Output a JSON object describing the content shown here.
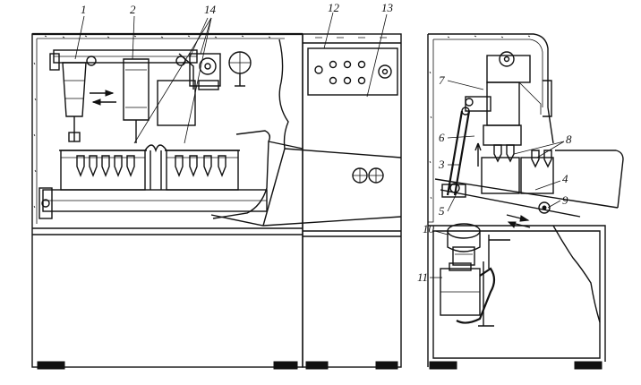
{
  "figure": {
    "callouts": [
      {
        "id": "label-1",
        "text": "1"
      },
      {
        "id": "label-2",
        "text": "2"
      },
      {
        "id": "label-14",
        "text": "14"
      },
      {
        "id": "label-12",
        "text": "12"
      },
      {
        "id": "label-13",
        "text": "13"
      },
      {
        "id": "label-7",
        "text": "7"
      },
      {
        "id": "label-6",
        "text": "6"
      },
      {
        "id": "label-8",
        "text": "8"
      },
      {
        "id": "label-3",
        "text": "3"
      },
      {
        "id": "label-4",
        "text": "4"
      },
      {
        "id": "label-9",
        "text": "9"
      },
      {
        "id": "label-5",
        "text": "5"
      },
      {
        "id": "label-10",
        "text": "10"
      },
      {
        "id": "label-11",
        "text": "11"
      }
    ]
  }
}
